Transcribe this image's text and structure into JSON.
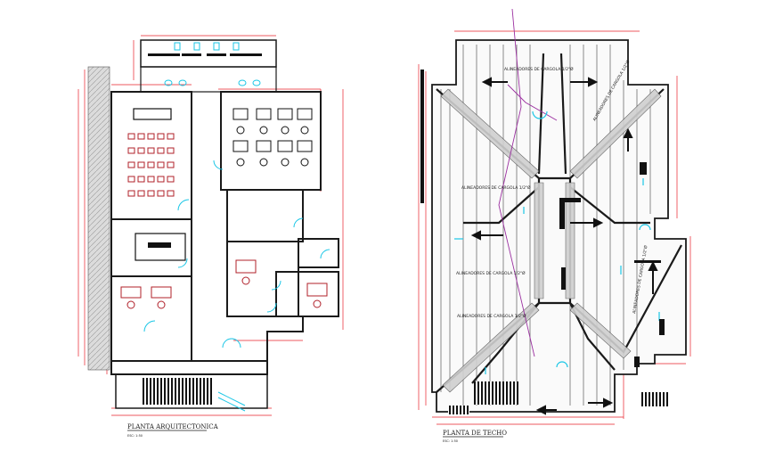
{
  "drawings": {
    "floor_plan": {
      "title": "PLANTA ARQUITECTONICA",
      "scale": "ESC: 1:50"
    },
    "roof_plan": {
      "title": "PLANTA DE TECHO",
      "scale": "ESC: 1:50",
      "notes": [
        "ALINEADORES DE CARGOLA 1/2\"Ø",
        "ALINEADORES DE CARGOLA 1/2\"Ø",
        "ALINEADORES DE CARGOLA 1/2\"Ø",
        "ALINEADORES DE CARGOLA 1/2\"Ø",
        "ALINEADORES DE CARGOLA 1/2\"Ø",
        "ALINEADORES DE CARGOLA 1/2\"Ø"
      ]
    }
  },
  "colors": {
    "wall": "#1a1a1a",
    "dimension": "#e8202a",
    "door": "#19c6e6",
    "furniture": "#b0202a",
    "hatch": "#8a8a8a",
    "ridge": "#9b2fa0"
  }
}
